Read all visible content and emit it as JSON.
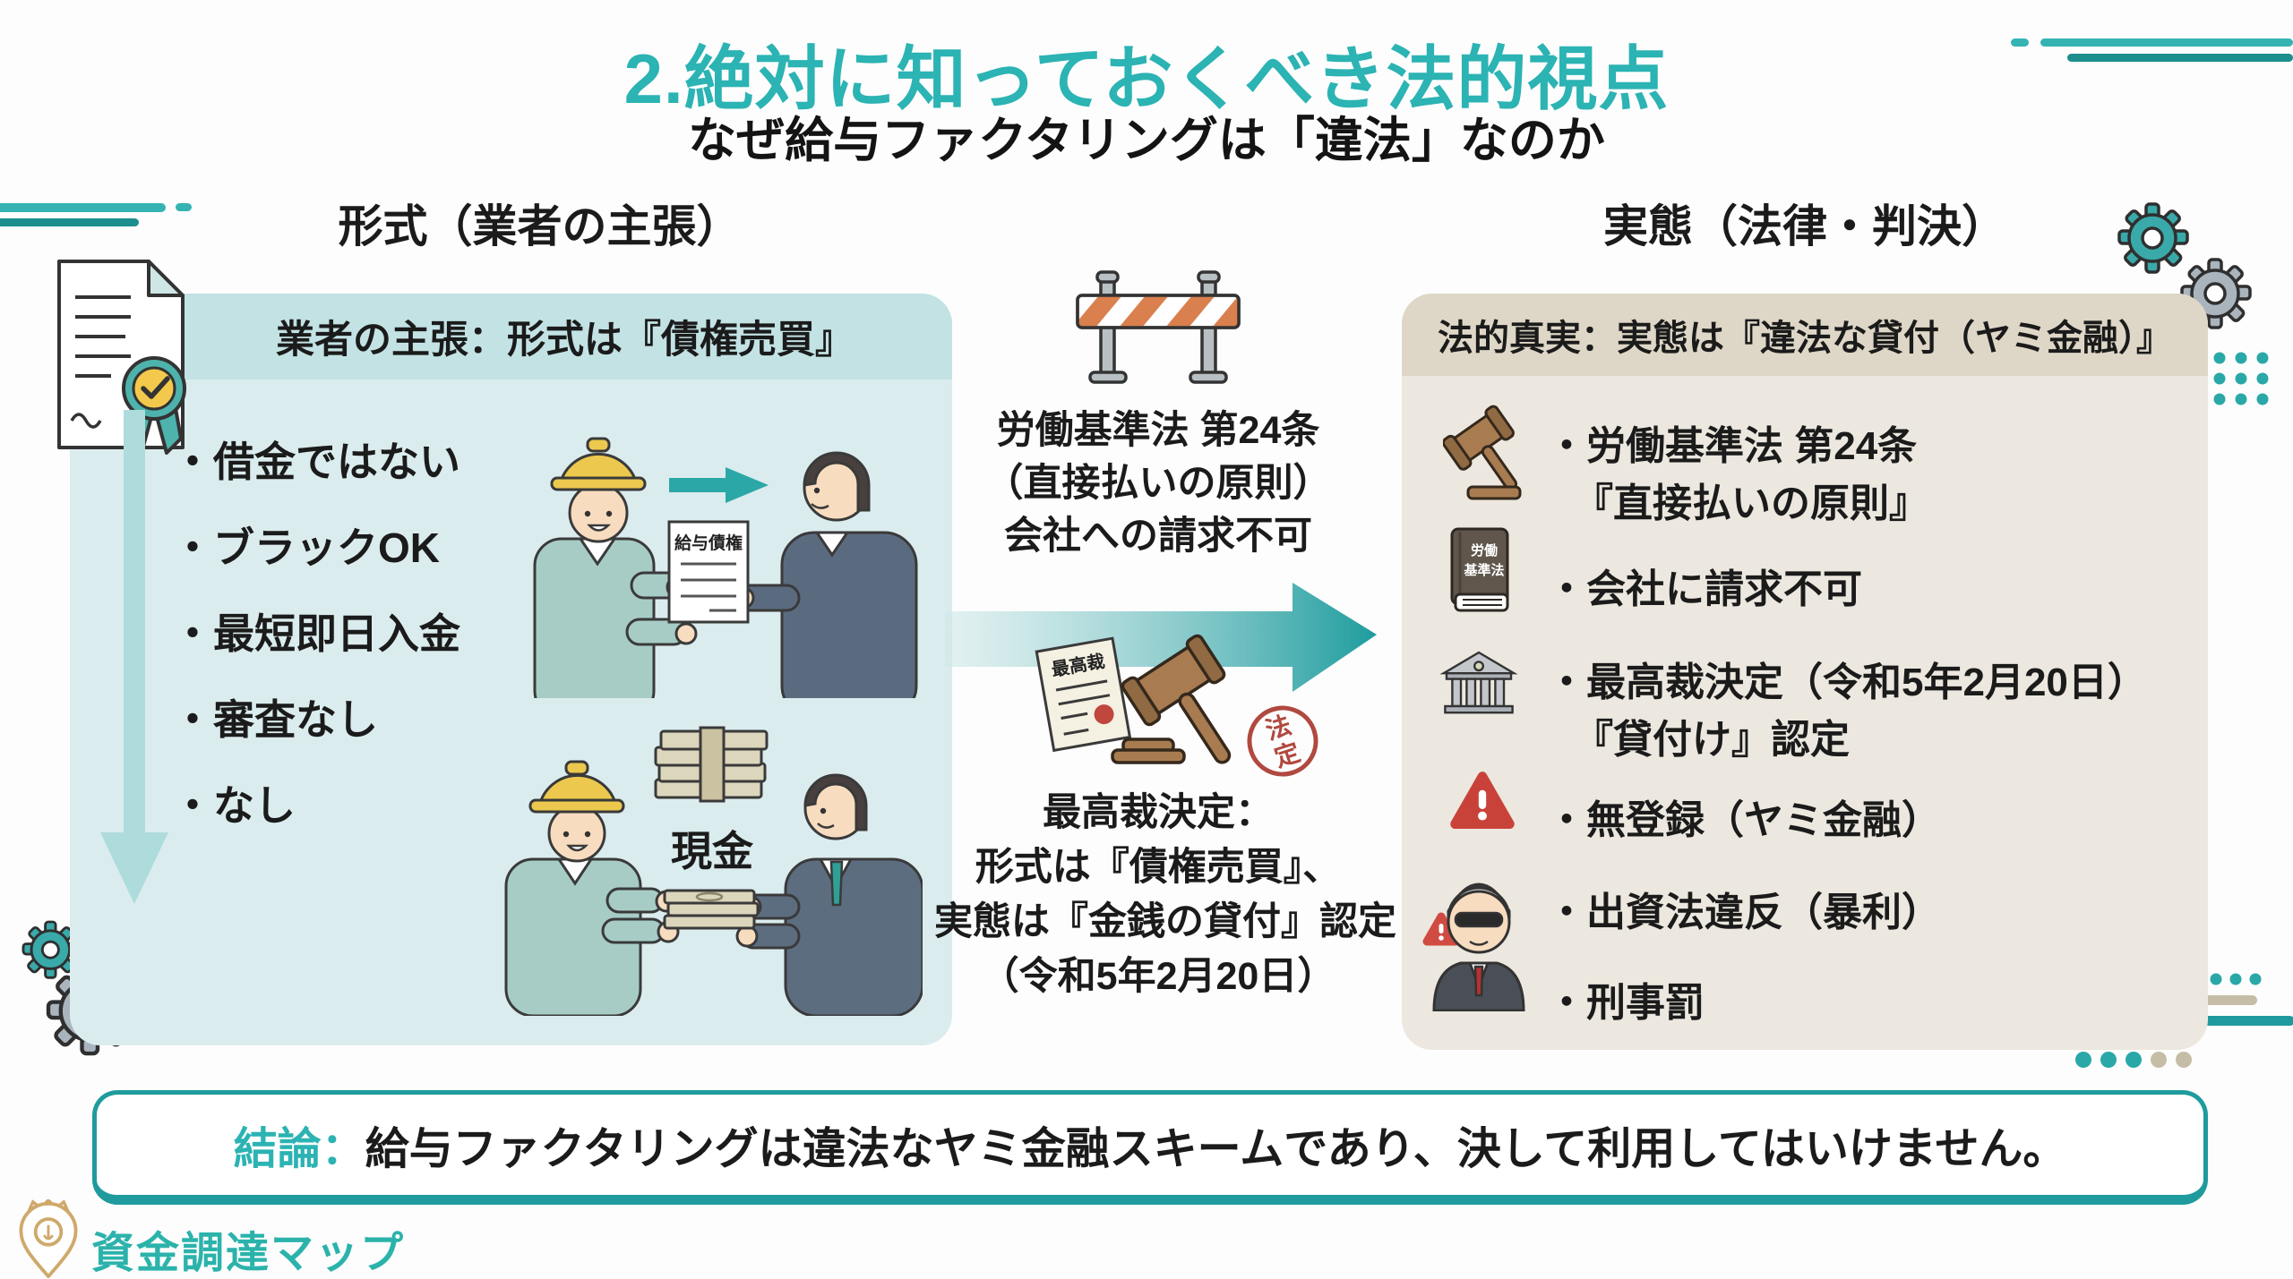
{
  "title": "2.絶対に知っておくべき法的視点",
  "subtitle": "なぜ給与ファクタリングは「違法」なのか",
  "left_panel": {
    "heading": "形式（業者の主張）",
    "box_header": "業者の主張：形式は『債権売買』",
    "bullets": [
      "・借金ではない",
      "・ブラックOK",
      "・最短即日入金",
      "・審査なし",
      "・なし"
    ],
    "doc_label": "給与債権",
    "cash_label": "現金"
  },
  "middle": {
    "law_text_lines": [
      "労働基準法 第24条",
      "（直接払いの原則）",
      "会社への請求不可"
    ],
    "stamp_doc_label": "最高裁",
    "stamp_label_1": "法",
    "stamp_label_2": "定",
    "court_text_lines": [
      "最高裁決定：",
      "形式は『債権売買』、",
      "実態は『金銭の貸付』認定",
      "（令和5年2月20日）"
    ]
  },
  "right_panel": {
    "heading": "実態（法律・判決）",
    "box_header": "法的真実：実態は『違法な貸付（ヤミ金融）』",
    "book_label_1": "労働",
    "book_label_2": "基準法",
    "items": [
      {
        "icon": "gavel-icon",
        "line1": "・労働基準法 第24条",
        "line2": "『直接払いの原則』"
      },
      {
        "icon": "law-book-icon",
        "line1": "・会社に請求不可",
        "line2": ""
      },
      {
        "icon": "courthouse-icon",
        "line1": "・最高裁決定（令和5年2月20日）",
        "line2": "『貸付け』認定"
      },
      {
        "icon": "warning-icon",
        "line1": "・無登録（ヤミ金融）",
        "line2": ""
      },
      {
        "icon": "loan-shark-icon",
        "line1": "・出資法違反（暴利）",
        "line2": ""
      },
      {
        "icon": "none",
        "line1": "・刑事罰",
        "line2": ""
      }
    ]
  },
  "conclusion": {
    "prefix": "結論：",
    "text": "給与ファクタリングは違法なヤミ金融スキームであり、決して利用してはいけません。"
  },
  "footer": {
    "brand": "資金調達マップ"
  },
  "colors": {
    "accent_teal": "#2cb3b3",
    "panel_left_bg": "#dbecee",
    "panel_left_header": "#c3e2e4",
    "panel_right_bg": "#ece8df",
    "panel_right_header": "#ded7c7",
    "arrow_teal_dark": "#1f9b9d",
    "warning_red": "#c9423a",
    "stamp_red": "#b0493f",
    "gold": "#cfa96b"
  }
}
